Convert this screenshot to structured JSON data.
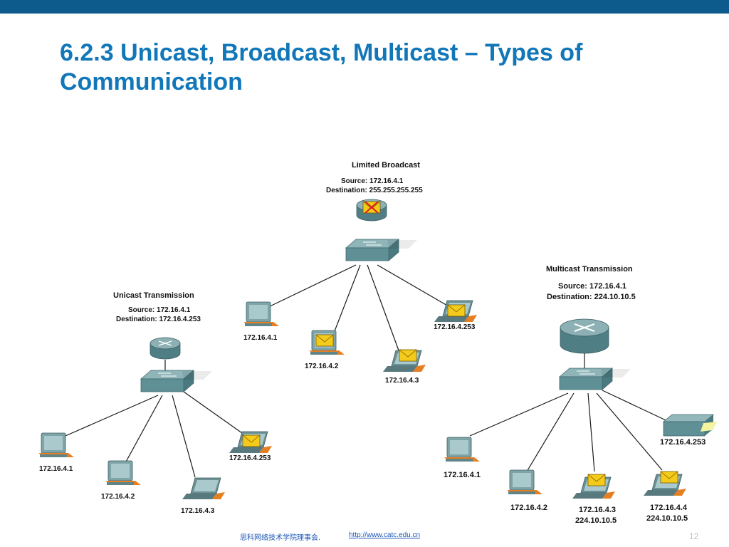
{
  "slide": {
    "title": "6.2.3 Unicast, Broadcast, Multicast – Types of Communication",
    "page_number": "12",
    "footer_org": "思科网络技术学院理事会.",
    "footer_url": "http://www.catc.edu.cn"
  },
  "colors": {
    "header_bar": "#0d5a8c",
    "title": "#1277b8",
    "device_teal": "#5e8f95",
    "envelope": "#f2c500",
    "device_accent": "#e67e22"
  },
  "diagrams": {
    "broadcast": {
      "title": "Limited Broadcast",
      "source": "Source: 172.16.4.1",
      "destination": "Destination: 255.255.255.255",
      "hosts": [
        {
          "label": "172.16.4.1",
          "kind": "desktop",
          "has_packet": false
        },
        {
          "label": "172.16.4.2",
          "kind": "desktop",
          "has_packet": true
        },
        {
          "label": "172.16.4.3",
          "kind": "laptop",
          "has_packet": true
        },
        {
          "label": "172.16.4.253",
          "kind": "laptop",
          "has_packet": true
        }
      ]
    },
    "unicast": {
      "title": "Unicast Transmission",
      "source": "Source: 172.16.4.1",
      "destination": "Destination: 172.16.4.253",
      "hosts": [
        {
          "label": "172.16.4.1",
          "kind": "desktop",
          "has_packet": false
        },
        {
          "label": "172.16.4.2",
          "kind": "desktop",
          "has_packet": false
        },
        {
          "label": "172.16.4.3",
          "kind": "laptop",
          "has_packet": false
        },
        {
          "label": "172.16.4.253",
          "kind": "laptop",
          "has_packet": true
        }
      ]
    },
    "multicast": {
      "title": "Multicast Transmission",
      "source": "Source: 172.16.4.1",
      "destination": "Destination: 224.10.10.5",
      "hosts": [
        {
          "label": "172.16.4.1",
          "kind": "desktop",
          "has_packet": false
        },
        {
          "label": "172.16.4.2",
          "kind": "desktop",
          "has_packet": false
        },
        {
          "label": "172.16.4.3",
          "sublabel": "224.10.10.5",
          "kind": "laptop",
          "has_packet": true
        },
        {
          "label": "172.16.4.4",
          "sublabel": "224.10.10.5",
          "kind": "laptop",
          "has_packet": true
        },
        {
          "label": "172.16.4.253",
          "kind": "printer",
          "has_packet": false
        }
      ]
    }
  }
}
